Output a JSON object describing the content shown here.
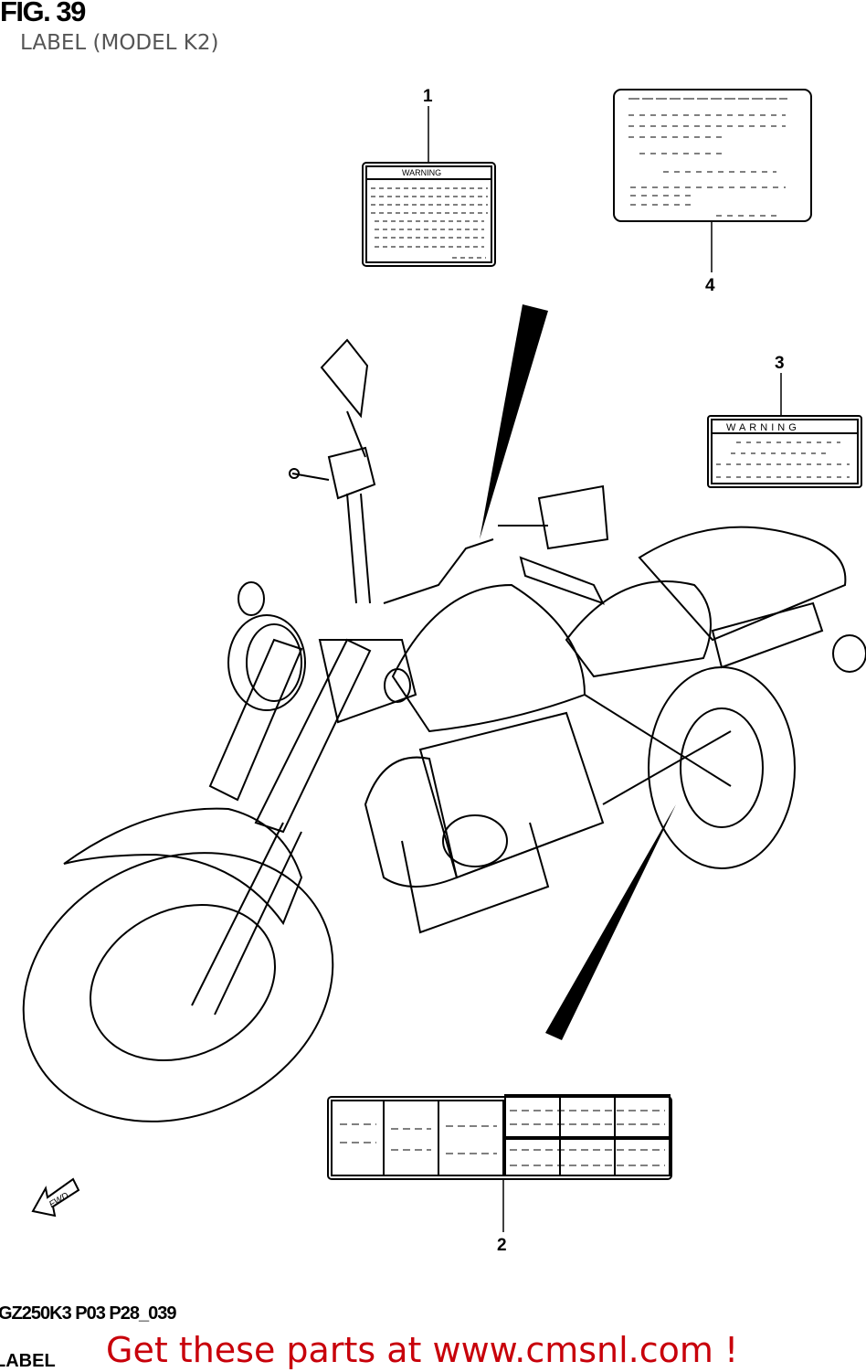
{
  "header": {
    "figure": "FIG. 39",
    "subtitle": "LABEL (MODEL K2)"
  },
  "callouts": [
    "1",
    "2",
    "3",
    "4"
  ],
  "labels": {
    "label_1_heading": "WARNING",
    "label_3_heading": "WARNING"
  },
  "fwd_arrow": "FWD",
  "footer": {
    "drawing_code": "GZ250K3 P03 P28_039",
    "section": "LABEL",
    "promo": "Get these parts at www.cmsnl.com !"
  },
  "colors": {
    "promo": "#c8000a",
    "subtitle": "#555555",
    "line": "#000000"
  }
}
